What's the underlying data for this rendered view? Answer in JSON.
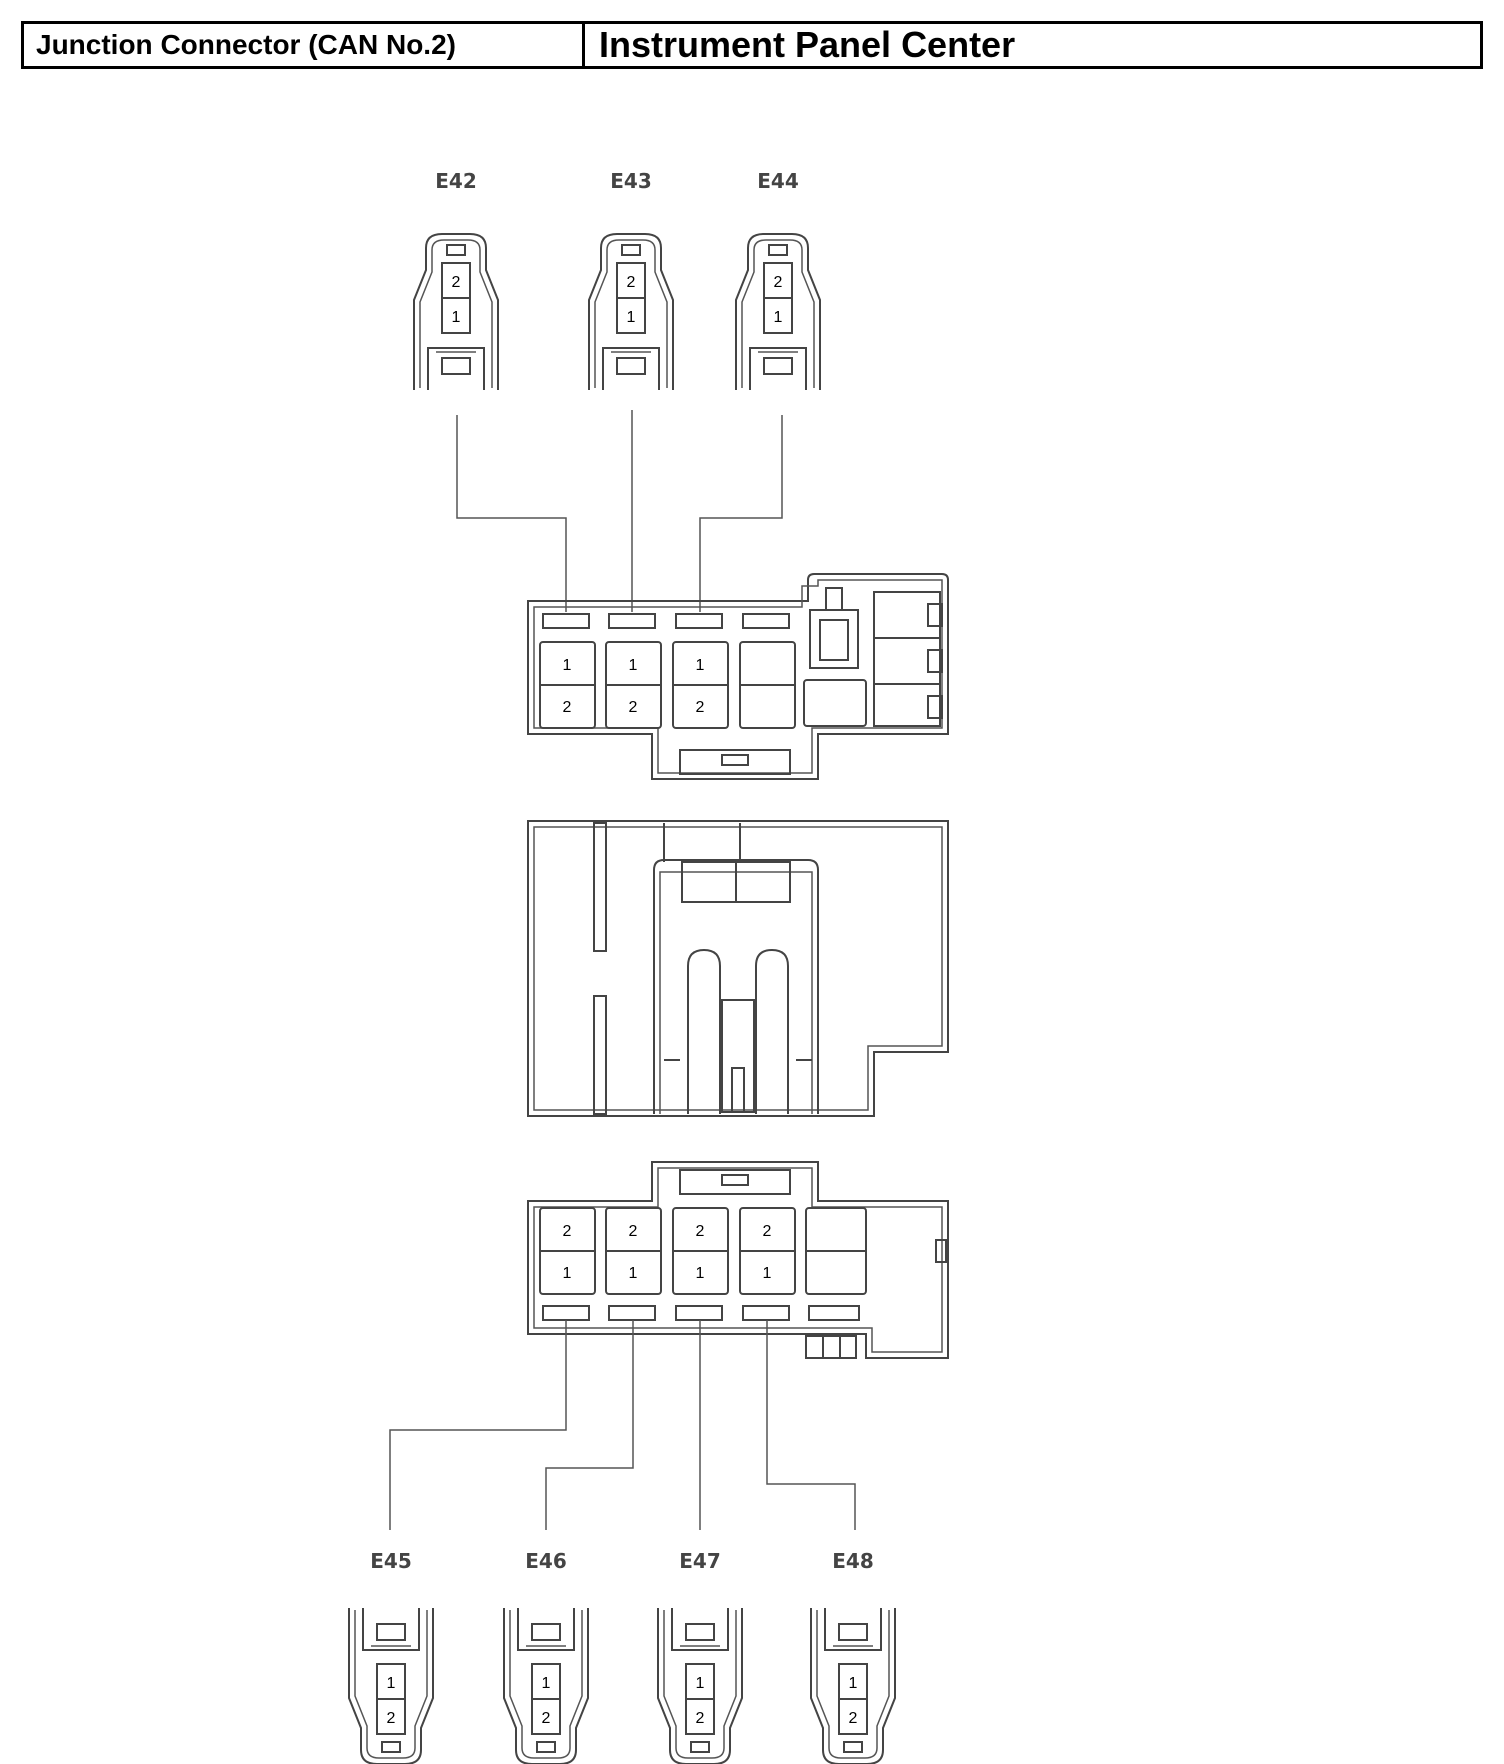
{
  "header": {
    "connector": "Junction Connector (CAN No.2)",
    "location": "Instrument Panel Center"
  },
  "connectors": {
    "top": [
      {
        "code": "E42",
        "pins": [
          "2",
          "1"
        ]
      },
      {
        "code": "E43",
        "pins": [
          "2",
          "1"
        ]
      },
      {
        "code": "E44",
        "pins": [
          "2",
          "1"
        ]
      }
    ],
    "bottom": [
      {
        "code": "E45",
        "pins": [
          "1",
          "2"
        ]
      },
      {
        "code": "E46",
        "pins": [
          "1",
          "2"
        ]
      },
      {
        "code": "E47",
        "pins": [
          "1",
          "2"
        ]
      },
      {
        "code": "E48",
        "pins": [
          "1",
          "2"
        ]
      }
    ]
  },
  "junction_top_cells": [
    {
      "pins": [
        "1",
        "2"
      ]
    },
    {
      "pins": [
        "1",
        "2"
      ]
    },
    {
      "pins": [
        "1",
        "2"
      ]
    }
  ],
  "junction_bottom_cells": [
    {
      "pins": [
        "2",
        "1"
      ]
    },
    {
      "pins": [
        "2",
        "1"
      ]
    },
    {
      "pins": [
        "2",
        "1"
      ]
    },
    {
      "pins": [
        "2",
        "1"
      ]
    }
  ]
}
